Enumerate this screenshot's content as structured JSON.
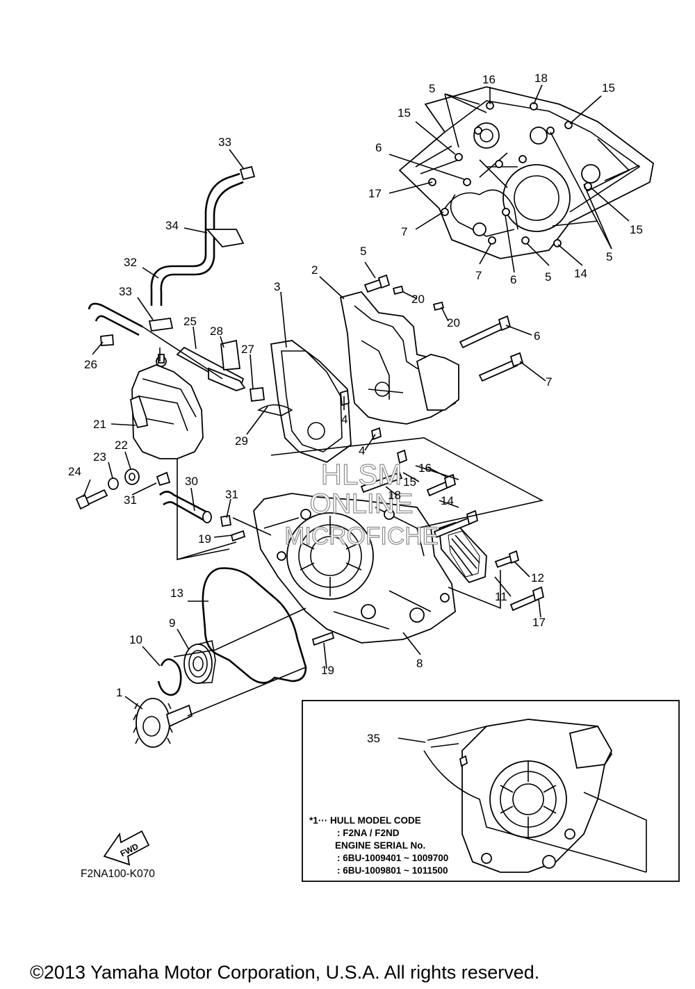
{
  "diagram": {
    "labels": [
      "1",
      "2",
      "3",
      "4",
      "5",
      "6",
      "7",
      "8",
      "9",
      "10",
      "11",
      "12",
      "13",
      "14",
      "15",
      "16",
      "17",
      "18",
      "19",
      "20",
      "21",
      "22",
      "23",
      "24",
      "25",
      "26",
      "27",
      "28",
      "29",
      "30",
      "31",
      "32",
      "33",
      "34",
      "35"
    ],
    "figure_code": "F2NA100-K070",
    "fwd_label": "FWD",
    "watermark": [
      "HLSM",
      "ONLINE",
      "MICROFICHE"
    ],
    "note": {
      "line1": "*1··· HULL MODEL CODE",
      "line2": ": F2NA / F2ND",
      "line3": "ENGINE SERIAL No.",
      "line4": ": 6BU-1009401 ~ 1009700",
      "line5": ": 6BU-1009801 ~ 1011500"
    },
    "copyright": "©2013 Yamaha Motor Corporation, U.S.A. All rights reserved."
  }
}
